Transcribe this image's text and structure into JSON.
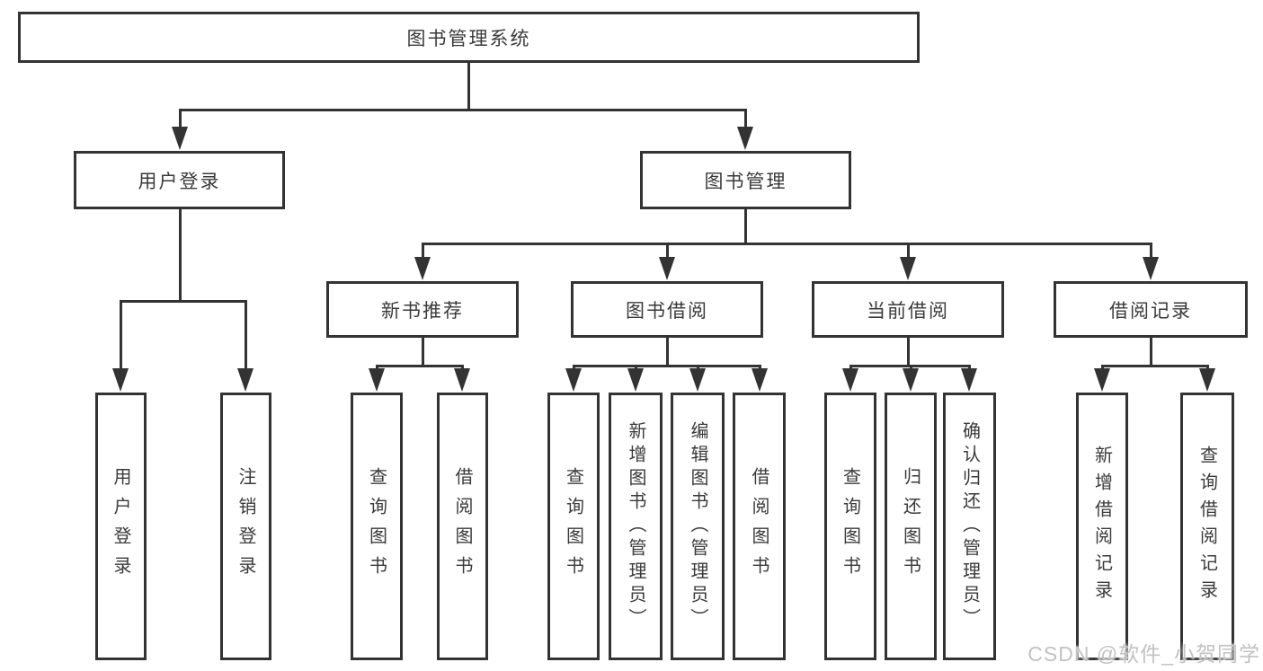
{
  "diagram": {
    "root": {
      "label": "图书管理系统"
    },
    "level2": [
      {
        "label": "用户登录"
      },
      {
        "label": "图书管理"
      }
    ],
    "level3": [
      {
        "label": "新书推荐"
      },
      {
        "label": "图书借阅"
      },
      {
        "label": "当前借阅"
      },
      {
        "label": "借阅记录"
      }
    ],
    "leaves": {
      "user_login": [
        "用户登录",
        "注销登录"
      ],
      "new_books": [
        "查询图书",
        "借阅图书"
      ],
      "book_borrow": [
        "查询图书",
        "新增图书（管理员）",
        "编辑图书（管理员）",
        "借阅图书"
      ],
      "current_borrow": [
        "查询图书",
        "归还图书",
        "确认归还（管理员）"
      ],
      "borrow_records": [
        "新增借阅记录",
        "查询借阅记录"
      ]
    }
  },
  "watermark": {
    "text": "CSDN @软件_小贺同学"
  },
  "colors": {
    "line": "#333333",
    "text": "#3a3a3a",
    "background": "#ffffff",
    "watermark": "#c2c2c2"
  }
}
